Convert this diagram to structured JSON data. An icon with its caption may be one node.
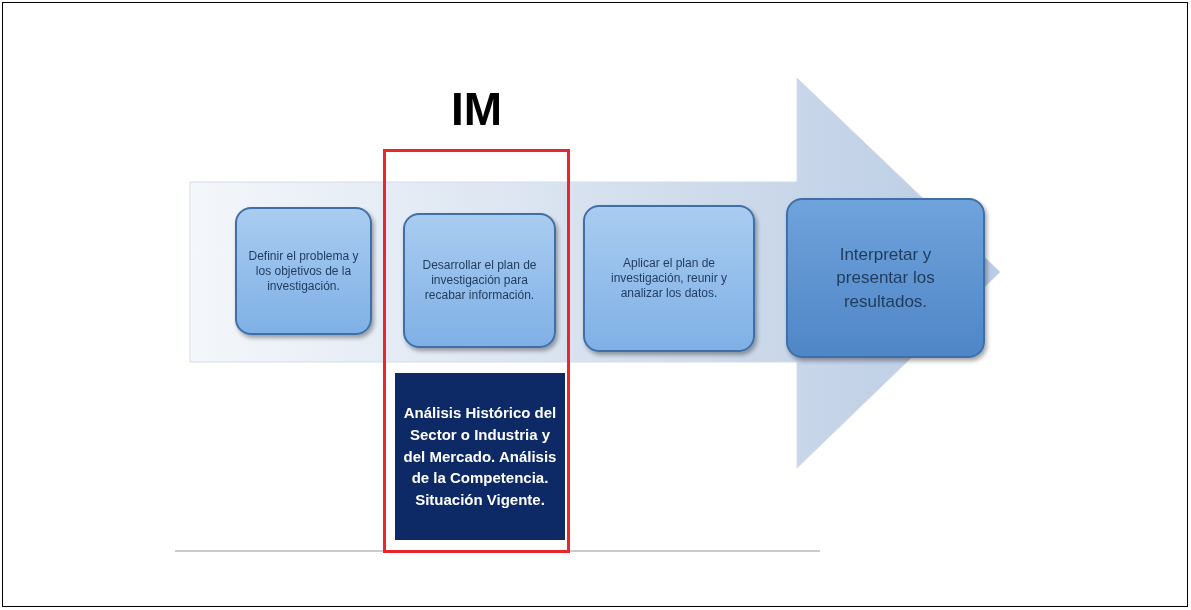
{
  "diagram": {
    "nodes": [
      {
        "text": [
          "Definir el problema y los objetivos de la investigación."
        ]
      },
      {
        "text": [
          "IM"
        ]
      },
      {
        "text": [
          "Desarrollar el plan de investigación para recabar información."
        ],
        "in": 1
      },
      {
        "text": [
          "Análisis Histórico del Sector o Industria y del Mercado. Análisis de la Competencia. Situación Vigente."
        ],
        "in": 1
      },
      {
        "text": [
          "Aplicar el plan de investigación, reunir y analizar los datos."
        ]
      },
      {
        "text": [
          "Interpretar y presentar los resultados."
        ]
      }
    ]
  }
}
